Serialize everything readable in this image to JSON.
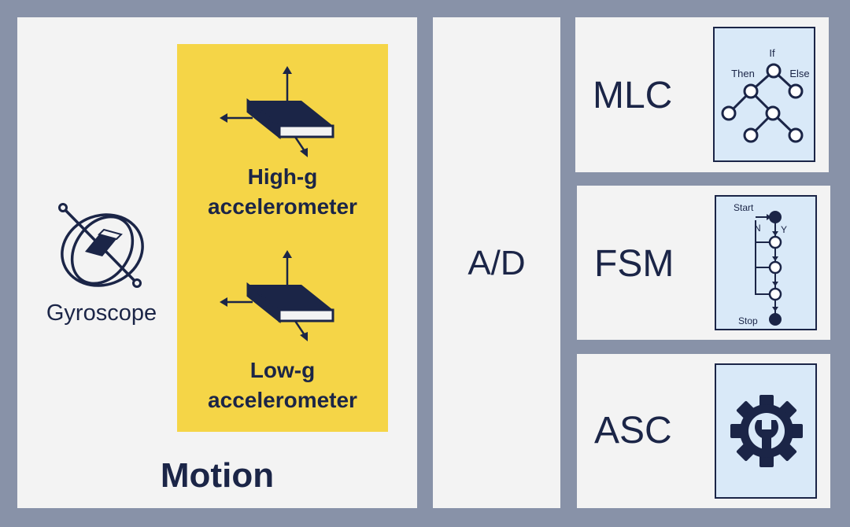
{
  "motion": {
    "title": "Motion",
    "gyroscope": "Gyroscope",
    "high_g": {
      "line1": "High-g",
      "line2": "accelerometer"
    },
    "low_g": {
      "line1": "Low-g",
      "line2": "accelerometer"
    }
  },
  "ad": {
    "label": "A/D"
  },
  "mlc": {
    "label": "MLC",
    "tree": {
      "if": "If",
      "then": "Then",
      "else": "Else"
    }
  },
  "fsm": {
    "label": "FSM",
    "flow": {
      "start": "Start",
      "stop": "Stop",
      "n": "N",
      "y": "Y"
    }
  },
  "asc": {
    "label": "ASC"
  },
  "colors": {
    "background": "#8892a8",
    "panel": "#f3f3f3",
    "highlight": "#f5d547",
    "ink": "#1b2547",
    "icon_box": "#d9e9f8"
  }
}
